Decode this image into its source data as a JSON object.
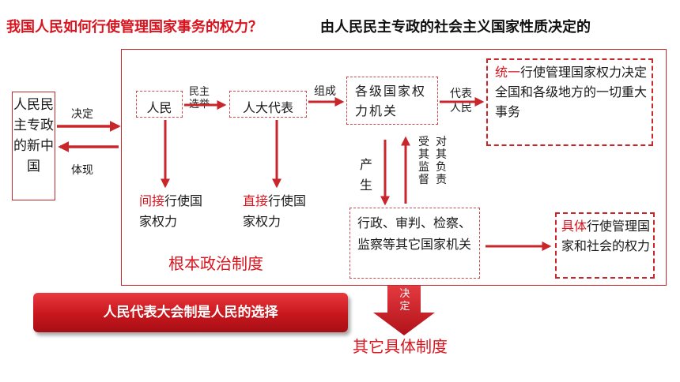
{
  "header": {
    "question": "我国人民如何行使管理国家事务的权力？",
    "answer": "由人民民主专政的社会主义国家性质决定的"
  },
  "left_box": {
    "text": "人民民主专政的新中国"
  },
  "left_labels": {
    "decide": "决定",
    "embody": "体现"
  },
  "nodes": {
    "people": "人民",
    "npc": "人大代表",
    "organs": "各级国家权力机关",
    "other_organs": "行政、审判、检察、监察等其它国家机关"
  },
  "edge_labels": {
    "elect": "民主选举",
    "compose": "组成",
    "represent": "代表人民",
    "produce": "产生",
    "supervised": "受其监督",
    "responsible": "对其负责",
    "decide_down": "决定"
  },
  "outcomes": {
    "indirect_hl": "间接",
    "indirect_rest": "行使国家权力",
    "direct_hl": "直接",
    "direct_rest": "行使国家权力"
  },
  "right_boxes": {
    "unified_hl": "统一",
    "unified_rest": "行使管理国家权力决定全国和各级地方的一切重大事务",
    "specific_hl": "具体",
    "specific_rest": "行使管理国家和社会的权力"
  },
  "footer": {
    "system_label": "根本政治制度",
    "pill_text": "人民代表大会制是人民的选择",
    "other_system": "其它具体制度"
  },
  "colors": {
    "accent": "#c8262b",
    "highlight": "#d9141e"
  }
}
